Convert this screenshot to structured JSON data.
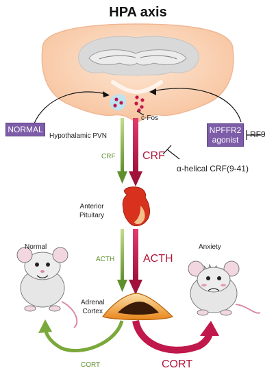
{
  "title": "HPA axis",
  "labels": {
    "normal_box": "NORMAL",
    "npffr2_box_line1": "NPFFR2",
    "npffr2_box_line2": "agonist",
    "rf9": "RF9",
    "hypothalamic_pvn": "Hypothalamic PVN",
    "cfos": "c-Fos",
    "crf_small": "CRF",
    "crf_large": "CRF",
    "alpha_helical": "α-helical CRF(9-41)",
    "anterior_pituitary_line1": "Anterior",
    "anterior_pituitary_line2": "Pituitary",
    "acth_small": "ACTH",
    "acth_large": "ACTH",
    "adrenal_line1": "Adrenal",
    "adrenal_line2": "Cortex",
    "normal_mouse": "Normal",
    "anxiety_mouse": "Anxiety",
    "cort_small": "CORT",
    "cort_large": "CORT"
  },
  "colors": {
    "brain": "#fbd3b3",
    "brain_inner": "#dcdcdc",
    "box": "#7d5ca8",
    "green_arrow": "#7aa83a",
    "red_arrow": "#c0184a",
    "pituitary": "#d8321e",
    "adrenal": "#f29a2e"
  }
}
